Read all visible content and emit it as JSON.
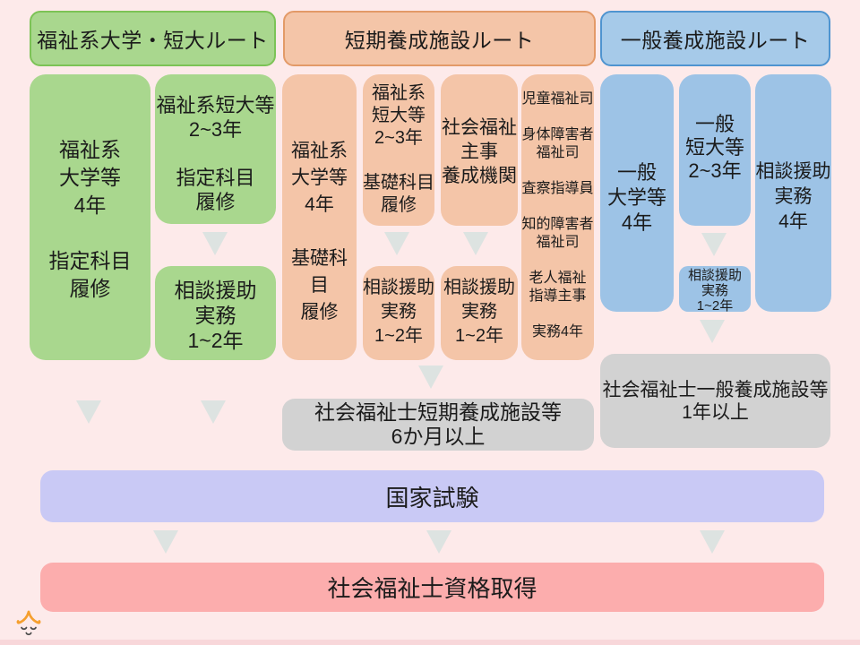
{
  "palette": {
    "background": "#fdeaea",
    "bottom_strip": "#f8d7da",
    "green_fill": "#a9d78e",
    "green_border": "#7cc356",
    "peach_fill": "#f4c5a8",
    "peach_border": "#e39a68",
    "blue_fill": "#9dc3e6",
    "blue_border": "#4f94d0",
    "gray_fill": "#d2d2d2",
    "lavender_fill": "#c9c9f5",
    "pink_fill": "#fcadad",
    "arrow_color": "#dde3e1",
    "mascot_orange": "#f59f2e",
    "mascot_face_gray": "#4d4d4d"
  },
  "routes": {
    "welfare_univ": {
      "header": "福祉系大学・短大ルート",
      "univ4": "福祉系\n大学等\n4年\n\n指定科目\n履修",
      "juniorcollege": "福祉系短大等\n2~3年\n\n指定科目\n履修",
      "practice12": "相談援助\n実務\n1~2年"
    },
    "short_course": {
      "header": "短期養成施設ルート",
      "univ4": "福祉系\n大学等\n4年\n\n基礎科目\n履修",
      "juniorcollege": "福祉系\n短大等\n2~3年\n\n基礎科目\n履修",
      "jc_practice12": "相談援助\n実務\n1~2年",
      "shuji_org": "社会福祉\n主事\n養成機関",
      "shuji_practice12": "相談援助\n実務\n1~2年",
      "job_list": "児童福祉司\n\n身体障害者\n福祉司\n\n査察指導員\n\n知的障害者\n福祉司\n\n老人福祉\n指導主事\n\n実務4年",
      "facility": "社会福祉士短期養成施設等\n6か月以上"
    },
    "general_course": {
      "header": "一般養成施設ルート",
      "univ4": "一般\n大学等\n4年",
      "juniorcollege": "一般\n短大等\n2~3年",
      "jc_practice12": "相談援助\n実務\n1~2年",
      "practice4": "相談援助\n実務\n4年",
      "facility": "社会福祉士一般養成施設等\n1年以上"
    }
  },
  "exam": "国家試験",
  "result": "社会福祉士資格取得"
}
